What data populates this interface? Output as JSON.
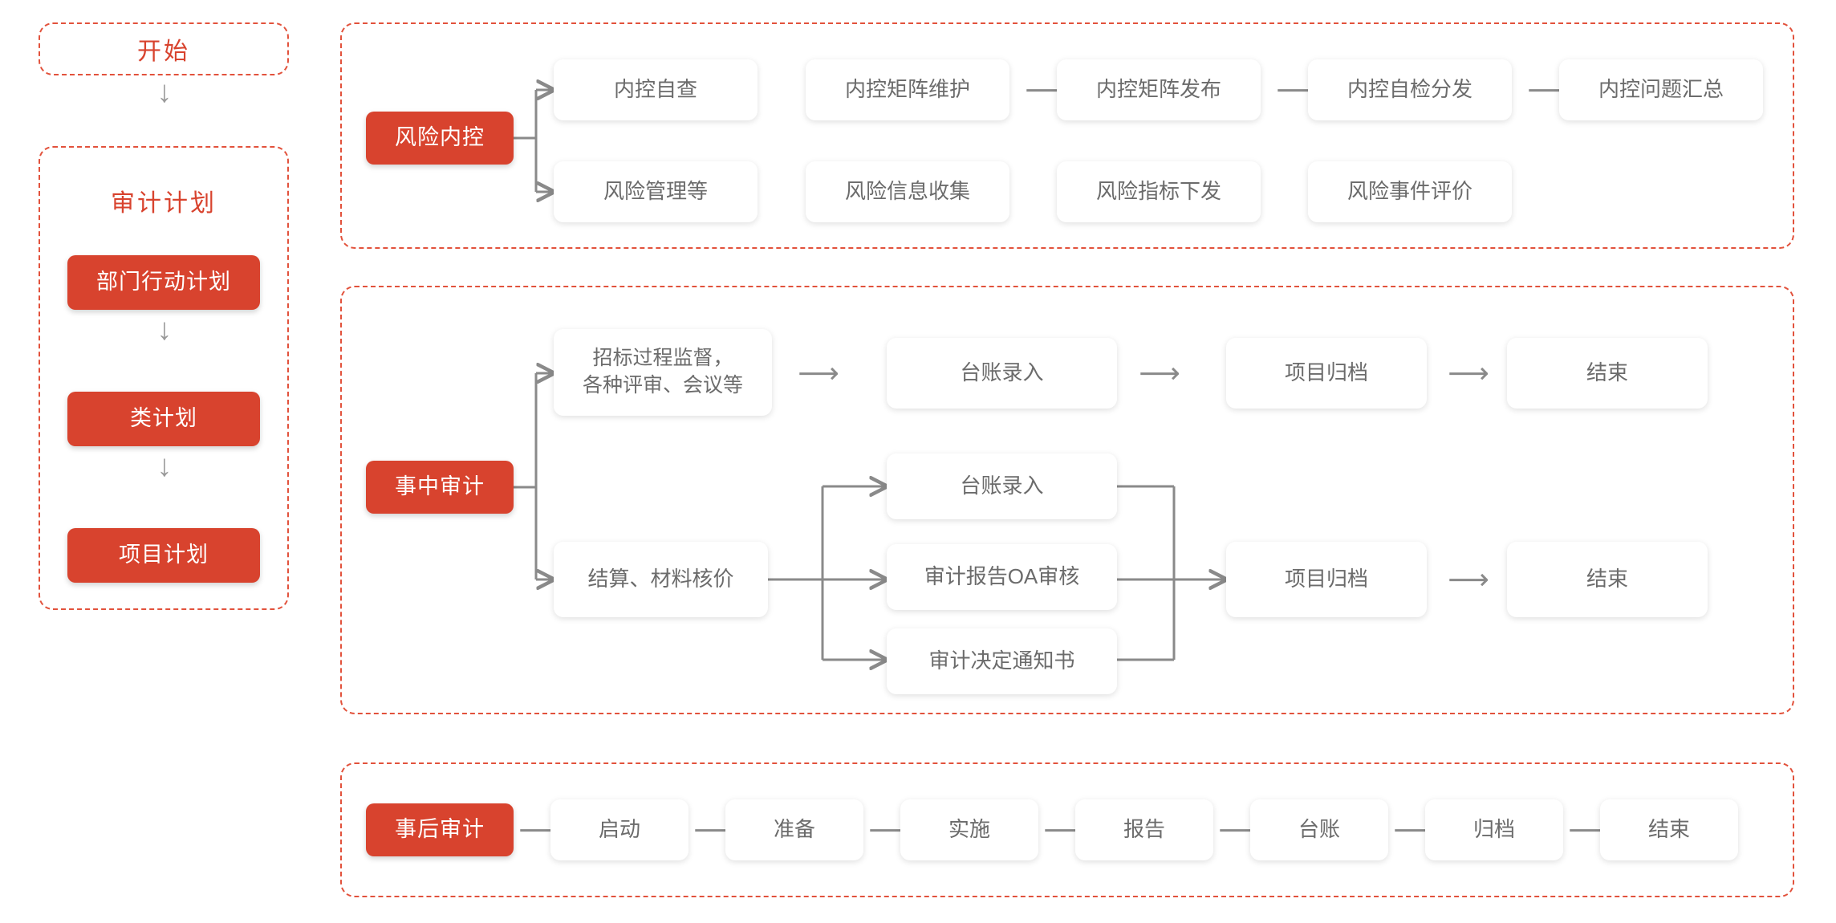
{
  "diagram": {
    "accent_color": "#d8432e",
    "card_text_color": "#6b6b6b",
    "connector_color": "#8a8a8a",
    "arrow_glyph_long": "⟶",
    "arrow_glyph_down": "↓"
  },
  "left_panel": {
    "start_group": {
      "label": "开始"
    },
    "plan_group": {
      "title": "审计计划",
      "steps": [
        {
          "label": "部门行动计划"
        },
        {
          "label": "类计划"
        },
        {
          "label": "项目计划"
        }
      ]
    }
  },
  "sections": [
    {
      "name": "risk-internal-control",
      "label": "风险内控",
      "row_top": [
        {
          "label": "内控自查"
        },
        {
          "label": "内控矩阵维护"
        },
        {
          "label": "内控矩阵发布"
        },
        {
          "label": "内控自检分发"
        },
        {
          "label": "内控问题汇总"
        }
      ],
      "row_bottom": [
        {
          "label": "风险管理等"
        },
        {
          "label": "风险信息收集"
        },
        {
          "label": "风险指标下发"
        },
        {
          "label": "风险事件评价"
        }
      ]
    },
    {
      "name": "during-audit",
      "label": "事中审计",
      "branch_top": {
        "source": {
          "label": "招标过程监督，\n各种评审、会议等"
        },
        "chain": [
          {
            "label": "台账录入"
          },
          {
            "label": "项目归档"
          },
          {
            "label": "结束"
          }
        ]
      },
      "branch_bottom": {
        "source": {
          "label": "结算、材料核价"
        },
        "fanout": [
          {
            "label": "台账录入"
          },
          {
            "label": "审计报告OA审核"
          },
          {
            "label": "审计决定通知书"
          }
        ],
        "merge_chain": [
          {
            "label": "项目归档"
          },
          {
            "label": "结束"
          }
        ]
      }
    },
    {
      "name": "post-audit",
      "label": "事后审计",
      "chain": [
        {
          "label": "启动"
        },
        {
          "label": "准备"
        },
        {
          "label": "实施"
        },
        {
          "label": "报告"
        },
        {
          "label": "台账"
        },
        {
          "label": "归档"
        },
        {
          "label": "结束"
        }
      ]
    }
  ]
}
